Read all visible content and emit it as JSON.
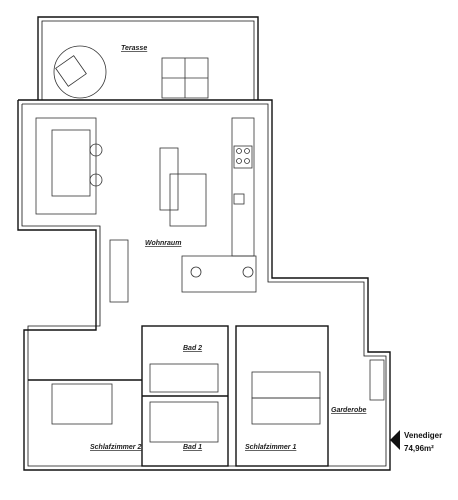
{
  "rooms": {
    "terrasse": "Terasse",
    "wohnraum": "Wohnraum",
    "bad2": "Bad 2",
    "bad1": "Bad 1",
    "schlafzimmer1": "Schlafzimmer 1",
    "schlafzimmer2": "Schlafzimmer 2",
    "garderobe": "Garderobe"
  },
  "unit": {
    "name": "Venediger",
    "area": "74,96m²"
  },
  "colors": {
    "line": "#111111",
    "background": "#ffffff"
  }
}
